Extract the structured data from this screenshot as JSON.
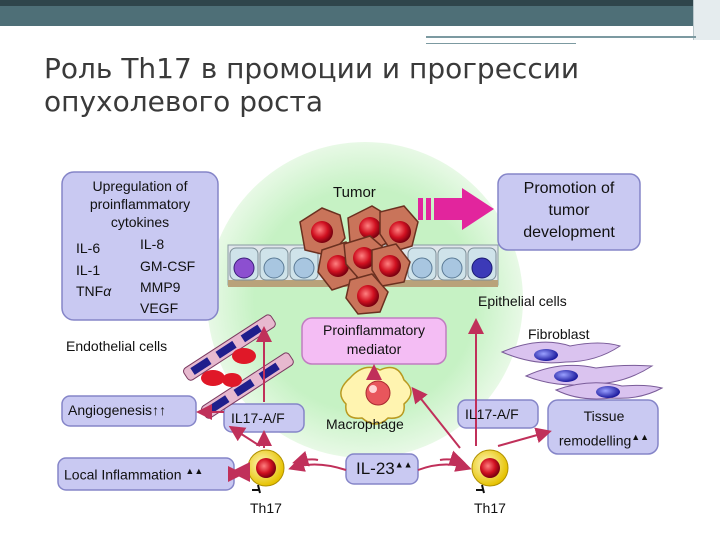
{
  "slide": {
    "title": "Роль Th17 в промоции и прогрессии опухолевого роста"
  },
  "diagram": {
    "upregulation": {
      "heading": "Upregulation of proinflammatory cytokines",
      "col1": [
        "IL-6",
        "IL-1",
        "TNF"
      ],
      "alpha": "α",
      "col2": [
        "IL-8",
        "GM-CSF",
        "MMP9",
        "VEGF"
      ]
    },
    "tumor_label": "Tumor",
    "promotion_label": "Promotion of tumor development",
    "epithelial_label": "Epithelial cells",
    "endothelial_label": "Endothelial cells",
    "proinflammatory_label": "Proinflammatory mediator",
    "fibroblast_label": "Fibroblast",
    "angiogenesis_label": "Angiogenesis",
    "angiogenesis_arrows": "↑↑",
    "il17_left": "IL17-A/F",
    "il17_right": "IL17-A/F",
    "macrophage_label": "Macrophage",
    "tissue_label": "Tissue remodelling",
    "local_inflammation_label": "Local Inflammation",
    "il23_label": "IL-23",
    "th17_left": "Th17",
    "th17_right": "Th17",
    "colors": {
      "lavender_box": "#c9c9f2",
      "pink_box": "#f4bdf4",
      "arrow": "#c0305a",
      "tumor_glow": "#c6f2c4",
      "magenta_arrow": "#e2259d"
    }
  }
}
